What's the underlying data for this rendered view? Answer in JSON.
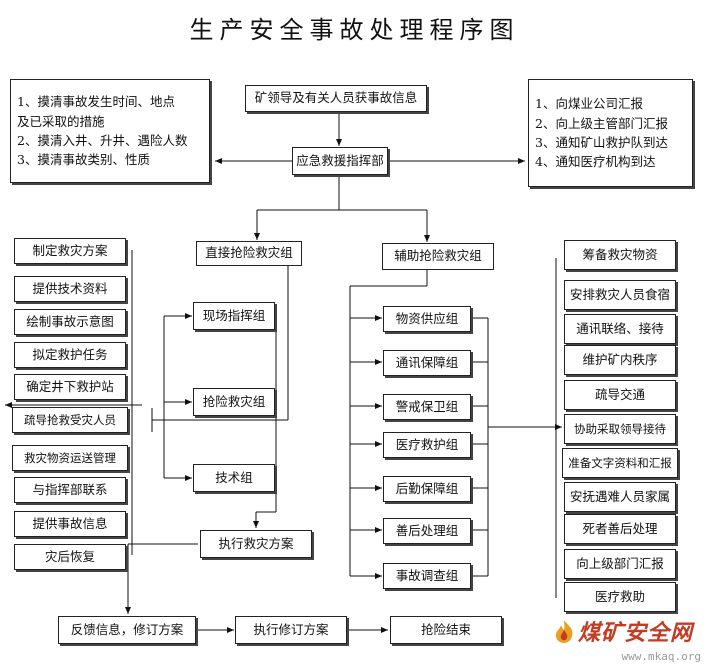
{
  "title": "生产安全事故处理程序图",
  "top": {
    "left_info": [
      "1、摸清事故发生时间、地点",
      "及已采取的措施",
      "2、摸清入井、升井、遇险人数",
      "3、摸清事故类别、性质"
    ],
    "receive_info": "矿领导及有关人员获事故信息",
    "command": "应急救援指挥部",
    "right_info": [
      "1、向煤业公司汇报",
      "2、向上级主管部门汇报",
      "3、通知矿山救护队到达",
      "4、通知医疗机构到达"
    ]
  },
  "direct_group": "直接抢险救灾组",
  "aux_group": "辅助抢险救灾组",
  "direct_subgroups": [
    "现场指挥组",
    "抢险救灾组",
    "技术组"
  ],
  "left_tasks": [
    "制定救灾方案",
    "提供技术资料",
    "绘制事故示意图",
    "拟定救护任务",
    "确定井下救护站",
    "疏导抢救受灾人员",
    "救灾物资运送管理",
    "与指挥部联系",
    "提供事故信息",
    "灾后恢复"
  ],
  "aux_subgroups": [
    "物资供应组",
    "通讯保障组",
    "警戒保卫组",
    "医疗救护组",
    "后勤保障组",
    "善后处理组",
    "事故调查组"
  ],
  "right_tasks": [
    "筹备救灾物资",
    "安排救灾人员食宿",
    "通讯联络、接待",
    "维护矿内秩序",
    "疏导交通",
    "协助采取领导接待",
    "准备文字资料和汇报",
    "安抚遇难人员家属",
    "死者善后处理",
    "向上级部门汇报",
    "医疗救助"
  ],
  "execute_plan": "执行救灾方案",
  "bottom": {
    "feedback": "反馈信息，修订方案",
    "execute_revised": "执行修订方案",
    "end": "抢险结束"
  },
  "watermark": {
    "text": "煤矿安全网",
    "url": "www.mkaq.org",
    "color": "#c23b22"
  }
}
